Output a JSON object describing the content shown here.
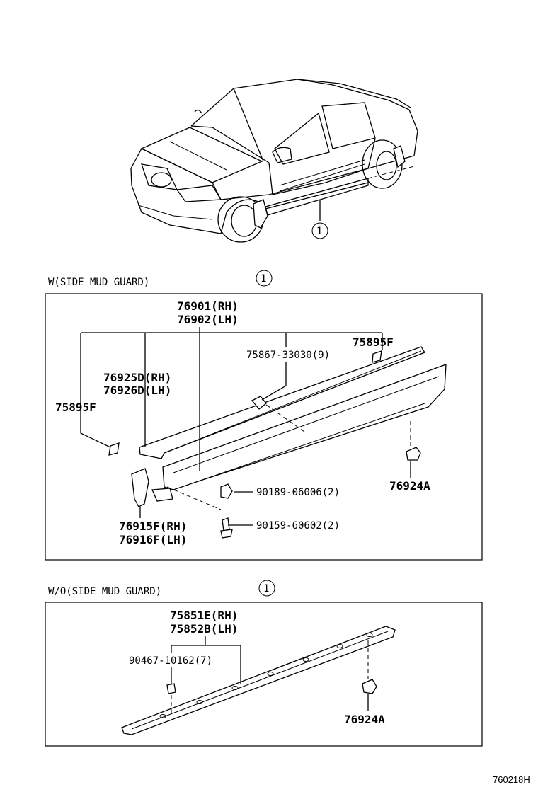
{
  "callout_marker": "1",
  "sections": {
    "with_guard": {
      "header": "W(SIDE MUD GUARD)",
      "labels": {
        "rocker_rh": "76901(RH)",
        "rocker_lh": "76902(LH)",
        "clip_upper": "75867-33030(9)",
        "tape_right": "75895F",
        "protector_rh": "76925D(RH)",
        "protector_lh": "76926D(LH)",
        "tape_left": "75895F",
        "nut_right": "76924A",
        "clip_mid": "90189-06006(2)",
        "screw": "90159-60602(2)",
        "guard_rh": "76915F(RH)",
        "guard_lh": "76916F(LH)"
      }
    },
    "without_guard": {
      "header": "W/O(SIDE MUD GUARD)",
      "labels": {
        "moulding_rh": "75851E(RH)",
        "moulding_lh": "75852B(LH)",
        "clip": "90467-10162(7)",
        "nut": "76924A"
      }
    }
  },
  "figure_code": "760218H"
}
